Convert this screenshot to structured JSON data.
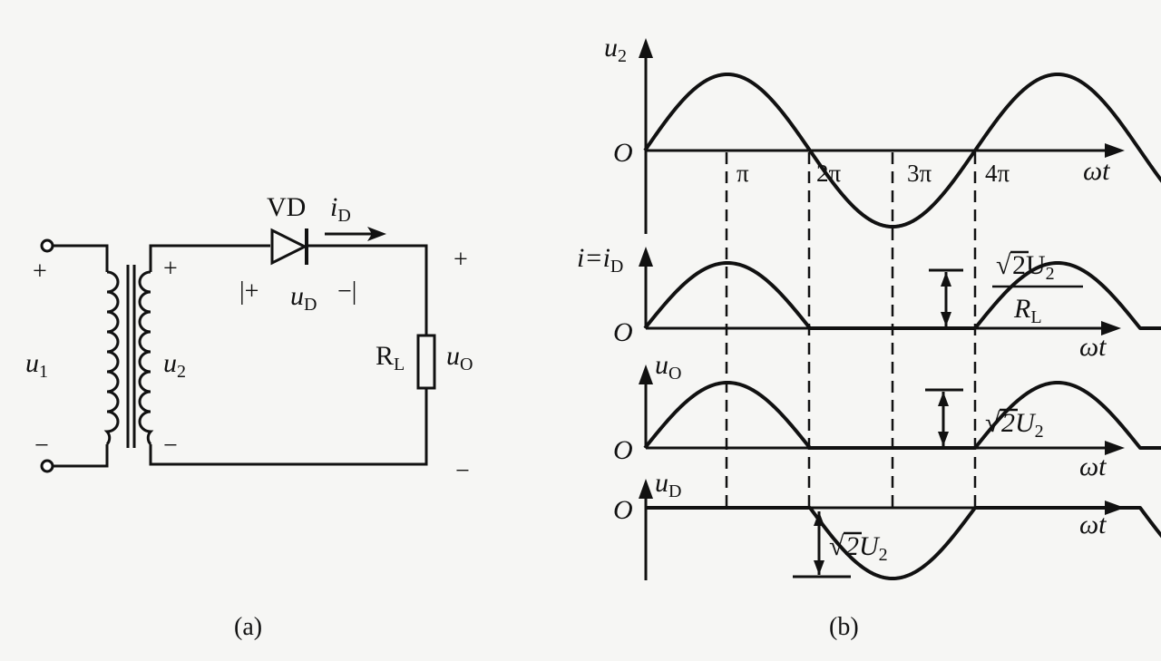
{
  "circuit": {
    "caption": "(a)",
    "u1_label": "u",
    "u1_sub": "1",
    "u2_label": "u",
    "u2_sub": "2",
    "vd_label": "VD",
    "iD_label": "i",
    "iD_sub": "D",
    "uD_label": "u",
    "uD_sub": "D",
    "rl_label": "R",
    "rl_sub": "L",
    "uo_label": "u",
    "uo_sub": "O",
    "plus": "+",
    "minus": "−",
    "bar_plus": "|+",
    "bar_minus": "−|"
  },
  "waveforms": {
    "caption": "(b)",
    "origin": "O",
    "x_axis": "ωt",
    "tick_labels": [
      "π",
      "2π",
      "3π",
      "4π"
    ],
    "u2": {
      "label": "u",
      "sub": "2"
    },
    "iD": {
      "label": "i=i",
      "sub": "D",
      "amp_num": "2U",
      "amp_num_sub": "2",
      "amp_den": "R",
      "amp_den_sub": "L"
    },
    "uo": {
      "label": "u",
      "sub": "O",
      "amp": "2U",
      "amp_sub": "2"
    },
    "uD": {
      "label": "u",
      "sub": "D",
      "amp": "2U",
      "amp_sub": "2"
    },
    "sqrt_symbol": "√"
  }
}
